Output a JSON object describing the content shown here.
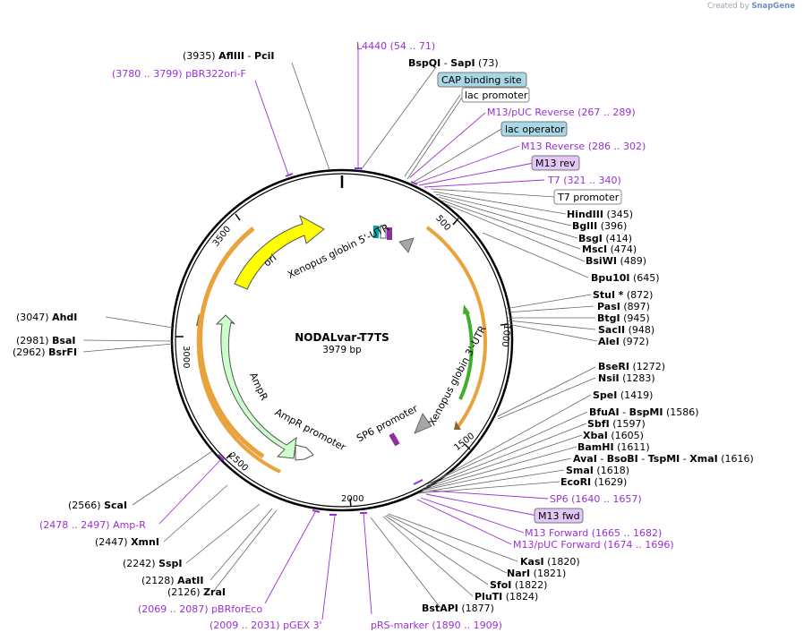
{
  "credit": {
    "prefix": "Created by",
    "brand": "SnapGene"
  },
  "plasmid": {
    "name": "NODALvar-T7TS",
    "size": "3979 bp"
  },
  "ticks": [
    "500",
    "1000",
    "1500",
    "2000",
    "2500",
    "3000",
    "3500"
  ],
  "inner_features": [
    "ori",
    "Xenopus globin 5'-UTR",
    "Xenopus globin 3'-UTR",
    "SP6 promoter",
    "AmpR",
    "AmpR promoter"
  ],
  "annotations": [
    {
      "pos": "(3935)",
      "name": "AflIII",
      "sep": "-",
      "name2": "PciI"
    },
    {
      "name": "L4440",
      "range": "(54 .. 71)"
    },
    {
      "name": "BspQI",
      "sep": "-",
      "name2": "SapI",
      "pos": "(73)"
    },
    {
      "range": "(3780 .. 3799)",
      "name": "pBR322ori-F"
    },
    {
      "box": "CAP binding site"
    },
    {
      "box": "lac promoter"
    },
    {
      "name": "M13/pUC Reverse",
      "range": "(267 .. 289)"
    },
    {
      "box": "lac operator"
    },
    {
      "name": "M13 Reverse",
      "range": "(286 .. 302)"
    },
    {
      "box": "M13 rev"
    },
    {
      "name": "T7",
      "range": "(321 .. 340)"
    },
    {
      "box": "T7 promoter"
    },
    {
      "name": "HindIII",
      "pos": "(345)"
    },
    {
      "name": "BglII",
      "pos": "(396)"
    },
    {
      "name": "BsgI",
      "pos": "(414)"
    },
    {
      "name": "MscI",
      "pos": "(474)"
    },
    {
      "name": "BsiWI",
      "pos": "(489)"
    },
    {
      "name": "Bpu10I",
      "pos": "(645)"
    },
    {
      "name": "StuI",
      "star": "*",
      "pos": "(872)"
    },
    {
      "name": "PasI",
      "pos": "(897)"
    },
    {
      "name": "BtgI",
      "pos": "(945)"
    },
    {
      "name": "SacII",
      "pos": "(948)"
    },
    {
      "name": "AleI",
      "pos": "(972)"
    },
    {
      "pos": "(3047)",
      "name": "AhdI"
    },
    {
      "pos": "(2981)",
      "name": "BsaI"
    },
    {
      "pos": "(2962)",
      "name": "BsrFI"
    },
    {
      "name": "BseRI",
      "pos": "(1272)"
    },
    {
      "name": "NsiI",
      "pos": "(1283)"
    },
    {
      "name": "SpeI",
      "pos": "(1419)"
    },
    {
      "name": "BfuAI",
      "sep": "-",
      "name2": "BspMI",
      "pos": "(1586)"
    },
    {
      "name": "SbfI",
      "pos": "(1597)"
    },
    {
      "name": "XbaI",
      "pos": "(1605)"
    },
    {
      "name": "BamHI",
      "pos": "(1611)"
    },
    {
      "name": "AvaI",
      "sep": "-",
      "name2": "BsoBI",
      "sep2": "-",
      "name3": "TspMI",
      "sep3": "-",
      "name4": "XmaI",
      "pos": "(1616)"
    },
    {
      "name": "SmaI",
      "pos": "(1618)"
    },
    {
      "name": "EcoRI",
      "pos": "(1629)"
    },
    {
      "name": "SP6",
      "range": "(1640 .. 1657)"
    },
    {
      "box": "M13 fwd"
    },
    {
      "name": "M13 Forward",
      "range": "(1665 .. 1682)"
    },
    {
      "name": "M13/pUC Forward",
      "range": "(1674 .. 1696)"
    },
    {
      "name": "KasI",
      "pos": "(1820)"
    },
    {
      "name": "NarI",
      "pos": "(1821)"
    },
    {
      "name": "SfoI",
      "pos": "(1822)"
    },
    {
      "name": "PluTI",
      "pos": "(1824)"
    },
    {
      "name": "BstAPI",
      "pos": "(1877)"
    },
    {
      "name": "pRS-marker",
      "range": "(1890 .. 1909)"
    },
    {
      "range": "(2009 .. 2031)",
      "name": "pGEX 3'"
    },
    {
      "range": "(2069 .. 2087)",
      "name": "pBRforEco"
    },
    {
      "pos": "(2126)",
      "name": "ZraI"
    },
    {
      "pos": "(2128)",
      "name": "AatII"
    },
    {
      "pos": "(2242)",
      "name": "SspI"
    },
    {
      "pos": "(2447)",
      "name": "XmnI"
    },
    {
      "range": "(2478 .. 2497)",
      "name": "Amp-R"
    },
    {
      "pos": "(2566)",
      "name": "ScaI"
    }
  ],
  "colors": {
    "feature_text": "#9a2fd6",
    "ori": "#ffff00",
    "ampr": "#ccffcc",
    "orange_arc": "#e8a33d",
    "utr3_arrow": "#3fae29",
    "gray_arrow": "#a6a6a6",
    "teal_box": "#a8d8e6",
    "purple_box": "#e2c6f5"
  }
}
